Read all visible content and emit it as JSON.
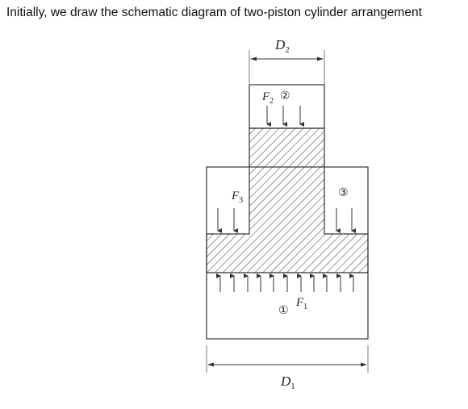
{
  "caption": "Initially, we draw the schematic diagram of two-piston cylinder arrangement",
  "labels": {
    "d2": {
      "letter": "D",
      "sub": "2"
    },
    "d1": {
      "letter": "D",
      "sub": "1"
    },
    "f2": {
      "letter": "F",
      "sub": "2"
    },
    "f3": {
      "letter": "F",
      "sub": "3"
    },
    "f1": {
      "letter": "F",
      "sub": "1"
    },
    "chamber2": "②",
    "chamber3": "③",
    "chamber1": "①"
  },
  "colors": {
    "stroke": "#333333",
    "background": "#ffffff"
  }
}
